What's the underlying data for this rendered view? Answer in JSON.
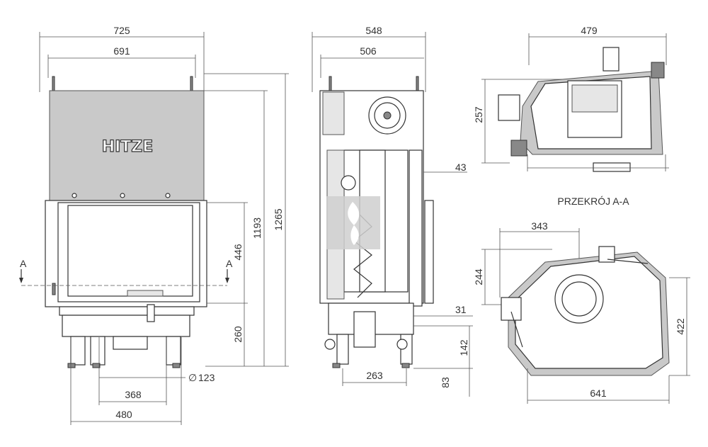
{
  "brand": "HITZE",
  "section_label": "PRZEKRÓJ A-A",
  "section_marker": "A",
  "diameter_prefix": "∅",
  "front": {
    "width_outer": "725",
    "width_inner": "691",
    "height_total": "1265",
    "height_body": "1193",
    "height_glass": "446",
    "height_legs": "260",
    "flue_diameter": "123",
    "base_inner": "368",
    "base_outer": "480"
  },
  "side": {
    "depth_outer": "548",
    "depth_inner": "506",
    "top_offset": "43",
    "door_offset": "31",
    "air_height": "142",
    "air_bottom": "83",
    "base_depth": "263"
  },
  "plan_top": {
    "width": "479",
    "depth": "257"
  },
  "plan_bottom": {
    "width_top": "343",
    "depth_left": "244",
    "depth_right": "422",
    "width_total": "641"
  },
  "colors": {
    "line": "#333333",
    "fill_grey": "#c9c9c9",
    "logo_grey": "#bdbdbd",
    "flame": "#ffffff"
  }
}
